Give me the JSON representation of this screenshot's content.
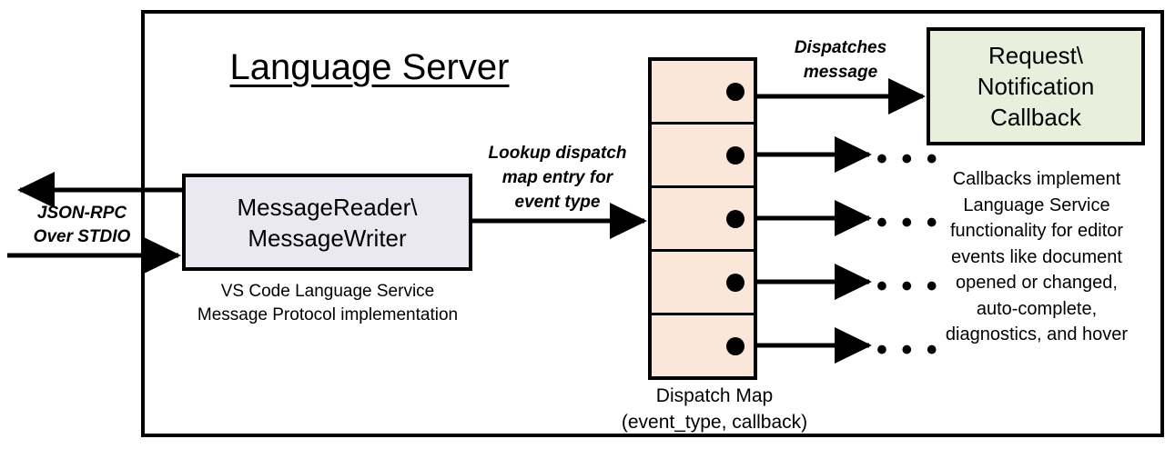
{
  "diagram": {
    "title": "Language Server",
    "external_io": {
      "label_line1": "JSON-RPC",
      "label_line2": "Over STDIO",
      "outgoing_arrow": "arrow-left-out",
      "incoming_arrow": "arrow-right-in"
    },
    "reader_box": {
      "line1": "MessageReader\\",
      "line2": "MessageWriter",
      "caption_line1": "VS Code Language Service",
      "caption_line2": "Message Protocol implementation",
      "fill": "#eae8f0",
      "stroke": "#000000"
    },
    "lookup_label": {
      "line1": "Lookup dispatch",
      "line2": "map entry for",
      "line3": "event type"
    },
    "dispatch_map": {
      "fill": "#fbe7da",
      "stroke": "#000000",
      "cell_count": 5,
      "cells": [
        {
          "id": "entry-1",
          "dot": "callback-dot"
        },
        {
          "id": "entry-2",
          "dot": "callback-dot"
        },
        {
          "id": "entry-3",
          "dot": "callback-dot"
        },
        {
          "id": "entry-4",
          "dot": "callback-dot"
        },
        {
          "id": "entry-5",
          "dot": "callback-dot"
        }
      ],
      "caption_line1": "Dispatch Map",
      "caption_line2": "(event_type, callback)"
    },
    "dispatch_message_label": {
      "line1": "Dispatches",
      "line2": "message"
    },
    "callback_box": {
      "line1": "Request\\",
      "line2": "Notification",
      "line3": "Callback",
      "fill": "#e8efdd",
      "stroke": "#000000"
    },
    "callback_caption": {
      "line1": "Callbacks implement",
      "line2": "Language Service",
      "line3": "functionality for editor",
      "line4": "events like document",
      "line5": "opened or changed,",
      "line6": "auto-complete,",
      "line7": "diagnostics, and hover"
    },
    "ellipses": [
      "• • •",
      "• • •",
      "• • •",
      "• • •"
    ]
  }
}
